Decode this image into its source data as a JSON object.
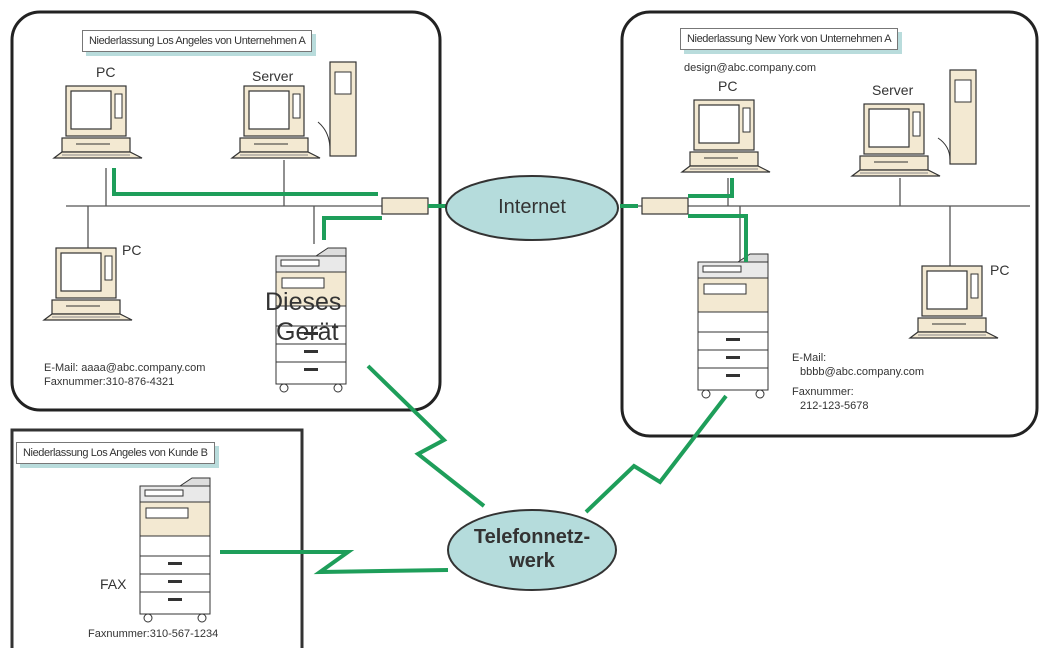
{
  "branches": {
    "la_company_a": {
      "title": "Niederlassung Los Angeles von Unternehmen A",
      "pc_top_label": "PC",
      "server_label": "Server",
      "pc_bottom_label": "PC",
      "machine_label_1": "Dieses",
      "machine_label_2": "Gerät",
      "email_line": "E-Mail: aaaa@abc.company.com",
      "fax_line": "Faxnummer:310-876-4321"
    },
    "ny_company_a": {
      "title": "Niederlassung New York von Unternehmen A",
      "design_email": "design@abc.company.com",
      "pc_top_label": "PC",
      "server_label": "Server",
      "pc_right_label": "PC",
      "email_label": "E-Mail:",
      "email_value": "bbbb@abc.company.com",
      "fax_label": "Faxnummer:",
      "fax_value": "212-123-5678"
    },
    "la_customer_b": {
      "title": "Niederlassung Los Angeles von Kunde B",
      "fax_device_label": "FAX",
      "fax_line": "Faxnummer:310-567-1234"
    }
  },
  "networks": {
    "internet": "Internet",
    "phone_line_1": "Telefonnetz-",
    "phone_line_2": "werk"
  },
  "colors": {
    "link_green": "#1e9e5a",
    "bubble_fill": "#b5dcdc",
    "title_shadow": "#b9dcdc",
    "device_beige": "#f3e9d2"
  }
}
